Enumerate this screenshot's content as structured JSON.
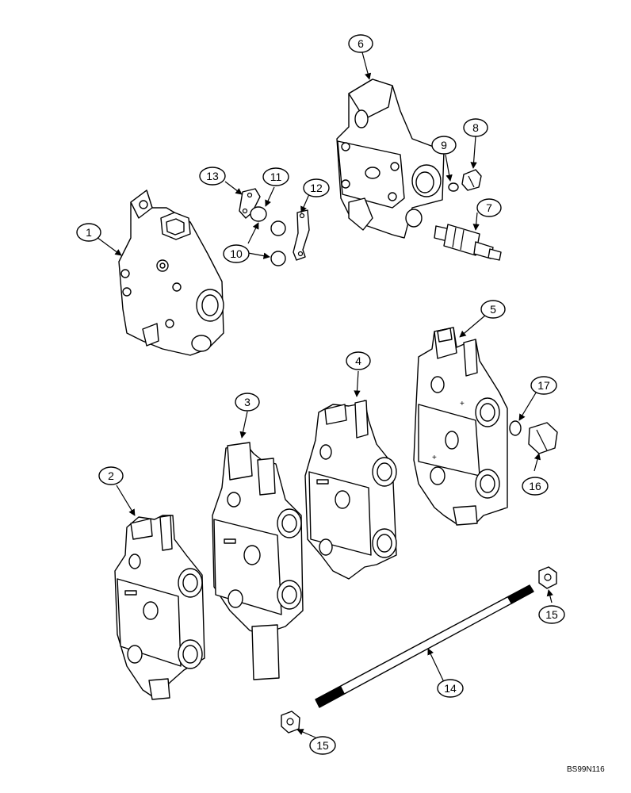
{
  "callouts": [
    {
      "id": "c1",
      "label": "1"
    },
    {
      "id": "c2",
      "label": "2"
    },
    {
      "id": "c3",
      "label": "3"
    },
    {
      "id": "c4",
      "label": "4"
    },
    {
      "id": "c5",
      "label": "5"
    },
    {
      "id": "c6",
      "label": "6"
    },
    {
      "id": "c7",
      "label": "7"
    },
    {
      "id": "c8",
      "label": "8"
    },
    {
      "id": "c9",
      "label": "9"
    },
    {
      "id": "c10",
      "label": "10"
    },
    {
      "id": "c11",
      "label": "11"
    },
    {
      "id": "c12",
      "label": "12"
    },
    {
      "id": "c13",
      "label": "13"
    },
    {
      "id": "c14",
      "label": "14"
    },
    {
      "id": "c15a",
      "label": "15"
    },
    {
      "id": "c15b",
      "label": "15"
    },
    {
      "id": "c16",
      "label": "16"
    },
    {
      "id": "c17",
      "label": "17"
    }
  ],
  "reference_code": "BS99N116"
}
